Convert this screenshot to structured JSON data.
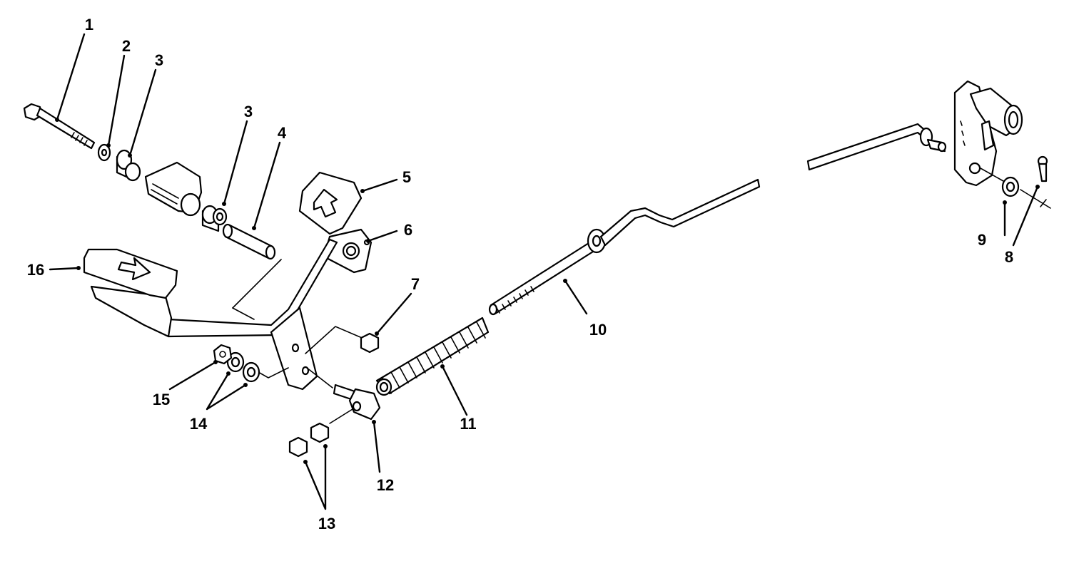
{
  "callouts": {
    "c1": "1",
    "c2": "2",
    "c3a": "3",
    "c3b": "3",
    "c4": "4",
    "c5": "5",
    "c6": "6",
    "c7": "7",
    "c8": "8",
    "c9": "9",
    "c10": "10",
    "c11": "11",
    "c12": "12",
    "c13": "13",
    "c14": "14",
    "c15": "15",
    "c16": "16"
  }
}
